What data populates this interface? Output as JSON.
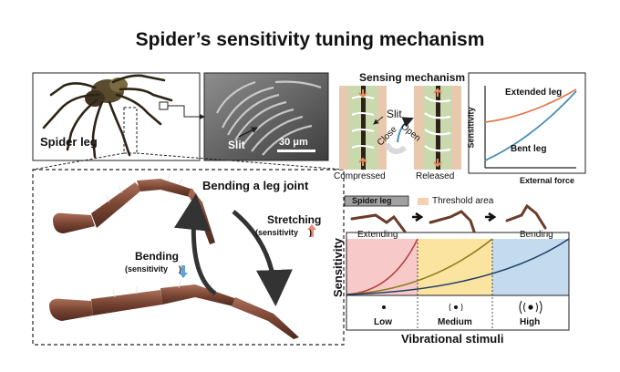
{
  "title": "Spider’s sensitivity tuning mechanism",
  "spider_panel": {
    "label": "Spider leg"
  },
  "sem_panel": {
    "slit_label": "Slit",
    "scale_bar": "30 μm"
  },
  "joint_panel": {
    "title": "Bending a leg joint",
    "stretching": "Stretching",
    "stretching_sub": "(sensitivity",
    "bending": "Bending",
    "bending_sub": "(sensitivity",
    "paren_close": ")"
  },
  "mechanism": {
    "title": "Sensing mechanism",
    "slit": "Slit",
    "close": "Close",
    "open": "Open",
    "compressed": "Compressed",
    "released": "Released"
  },
  "sensitivity_chart": {
    "xlabel": "External force",
    "ylabel": "Sensitivity",
    "extended": "Extended leg",
    "bent": "Bent leg",
    "colors": {
      "extended": "#e07b4f",
      "bent": "#4a8fb5"
    }
  },
  "threshold_chart": {
    "legend_leg": "Spider leg",
    "legend_threshold": "Threshold area",
    "extending": "Extending",
    "bending": "Bending",
    "ylabel": "Sensitivity",
    "xlabel": "Vibrational stimuli",
    "levels": [
      "Low",
      "Medium",
      "High"
    ],
    "colors": {
      "low": "#f7c9c9",
      "medium": "#fbe3a0",
      "high": "#c4dbef"
    }
  }
}
